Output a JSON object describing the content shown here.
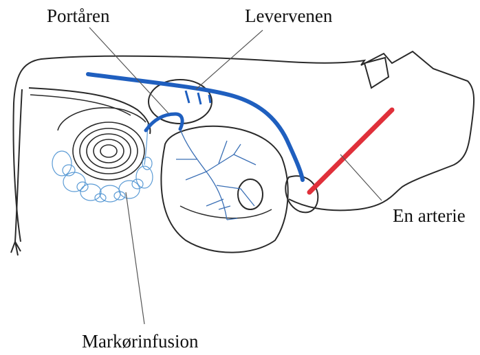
{
  "labels": {
    "portal_vein": "Portåren",
    "hepatic_vein": "Levervenen",
    "artery": "En arterie",
    "marker_infusion": "Markørinfusion"
  },
  "colors": {
    "outline": "#2a2a2a",
    "vein_blue": "#1f5fbf",
    "vessel_light_blue": "#5b9bd5",
    "artery_red": "#e0303a",
    "leader_line": "#555555"
  }
}
